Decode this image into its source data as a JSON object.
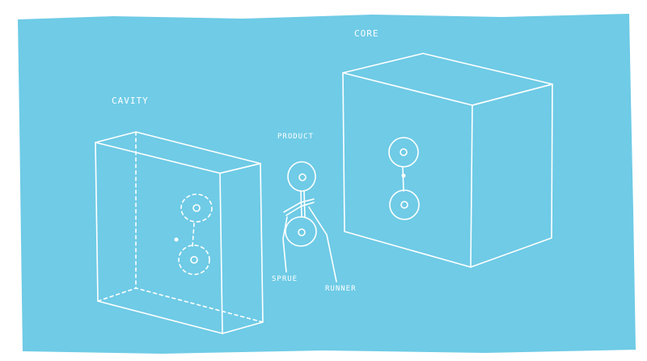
{
  "board": {
    "background_color": "#6fcbe6",
    "line_color": "#ffffff"
  },
  "labels": {
    "cavity": "CAVITY",
    "core": "CORE",
    "product": "PRODUCT",
    "sprue": "SPRUE",
    "runner": "RUNNER"
  }
}
